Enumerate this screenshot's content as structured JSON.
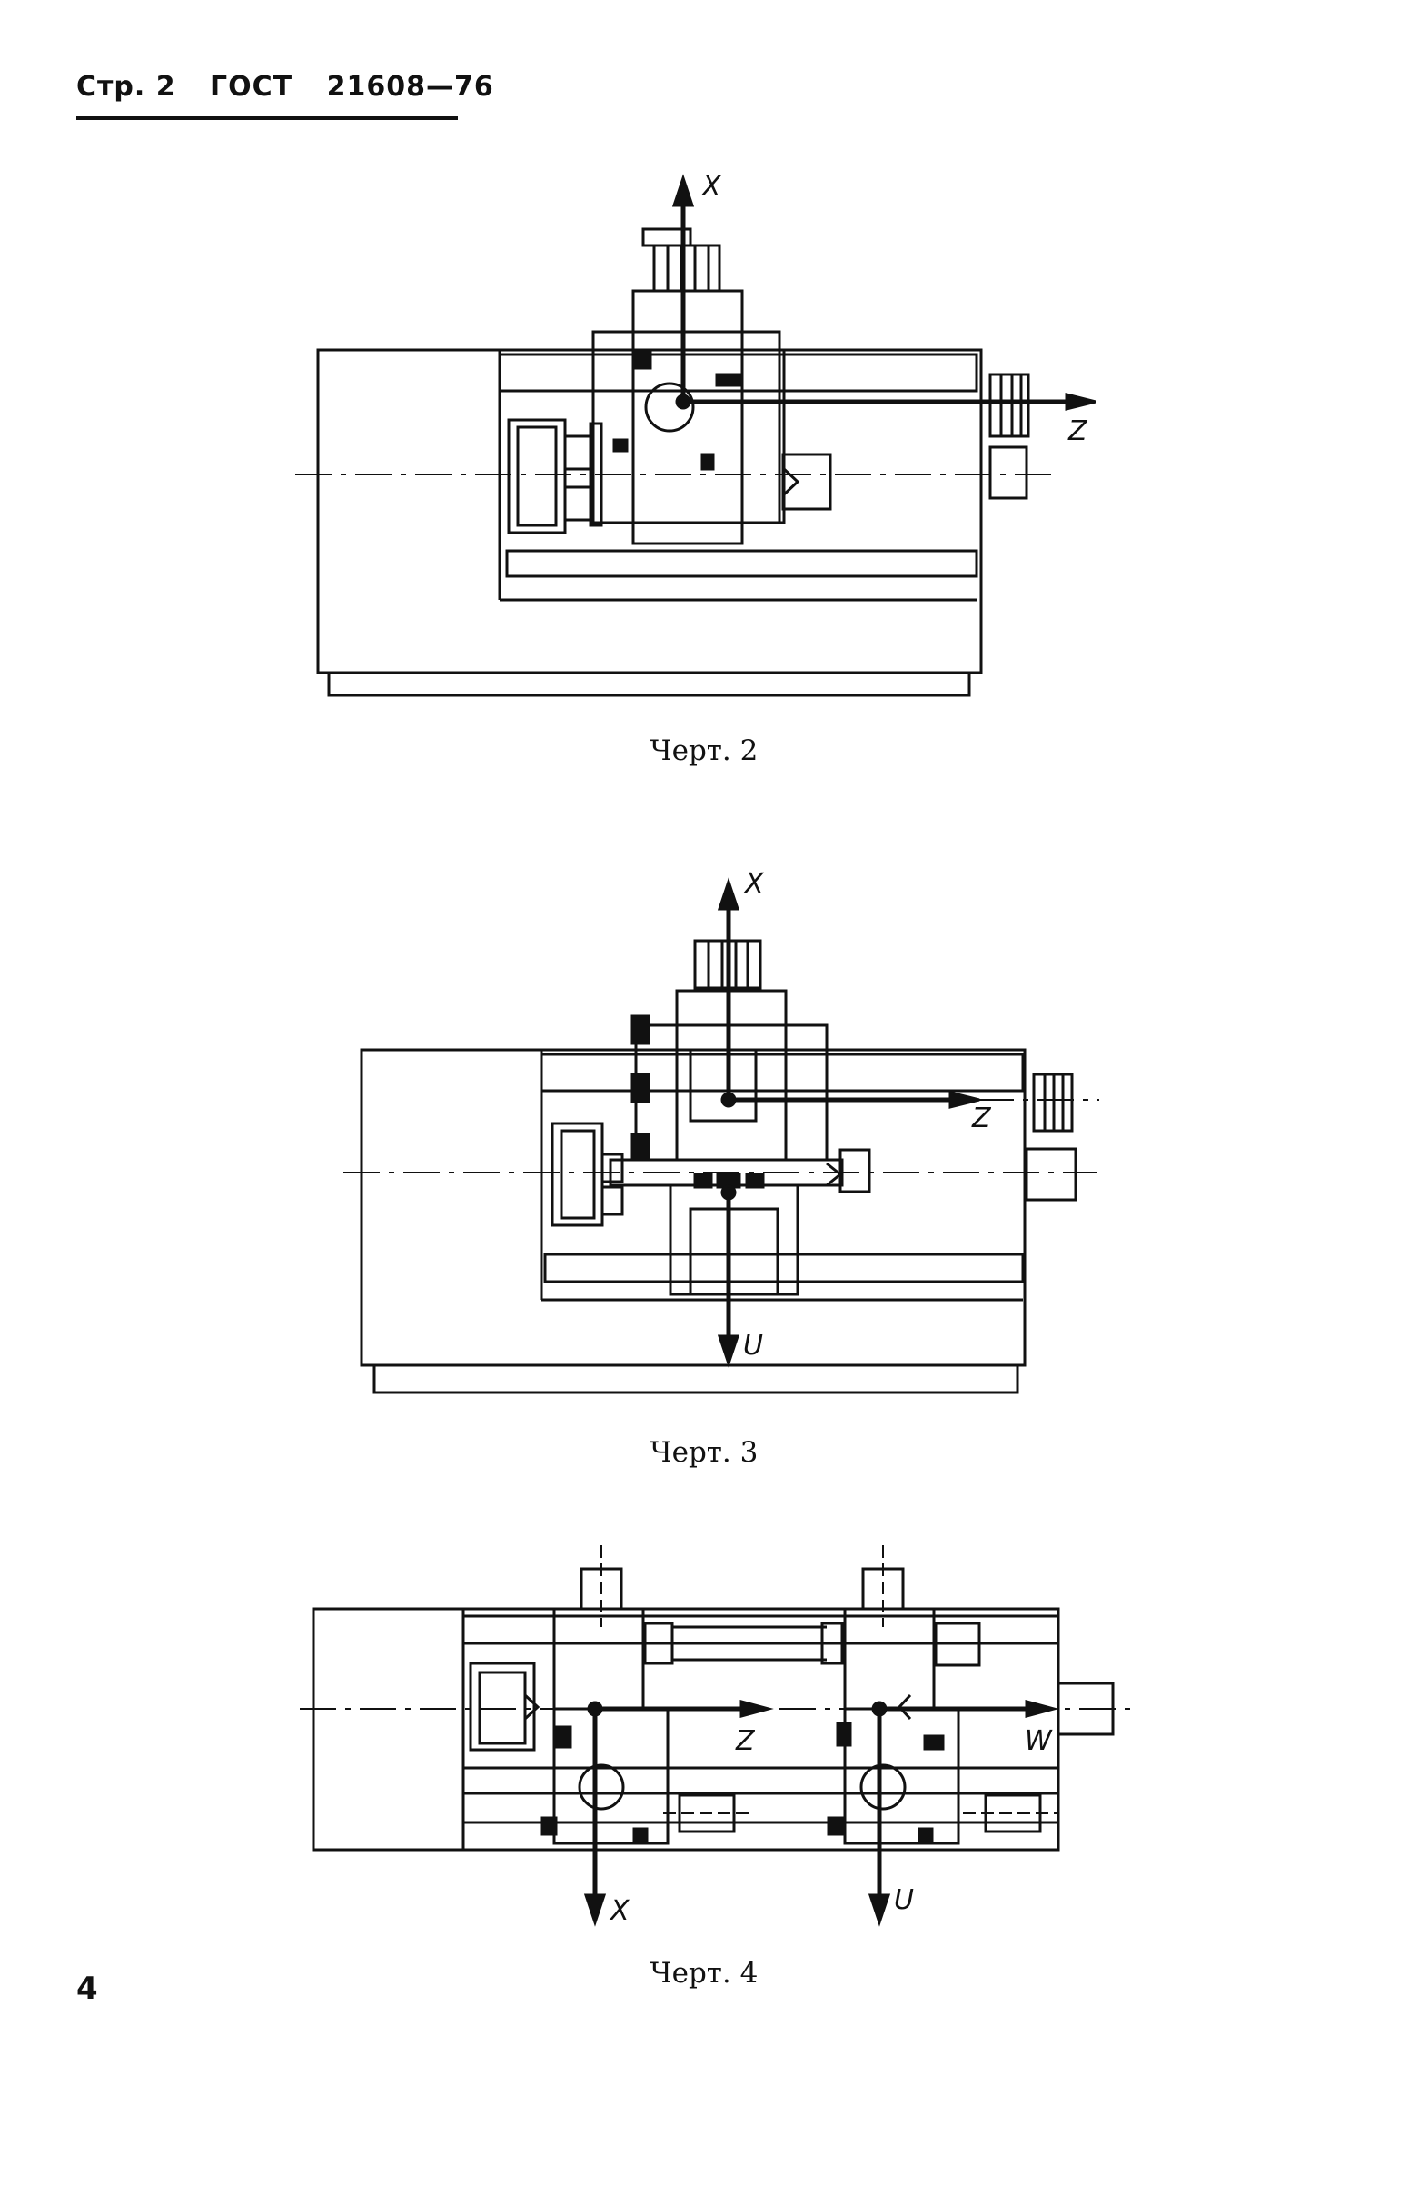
{
  "header": {
    "page": "Стр. 2",
    "standard": "ГОСТ",
    "number": "21608—76"
  },
  "figures": [
    {
      "caption": "Черт. 2",
      "axes": [
        "X",
        "Z"
      ]
    },
    {
      "caption": "Черт. 3",
      "axes": [
        "X",
        "Z",
        "U"
      ]
    },
    {
      "caption": "Черт. 4",
      "axes": [
        "Z",
        "W",
        "X",
        "U"
      ]
    }
  ],
  "page_number": "4"
}
